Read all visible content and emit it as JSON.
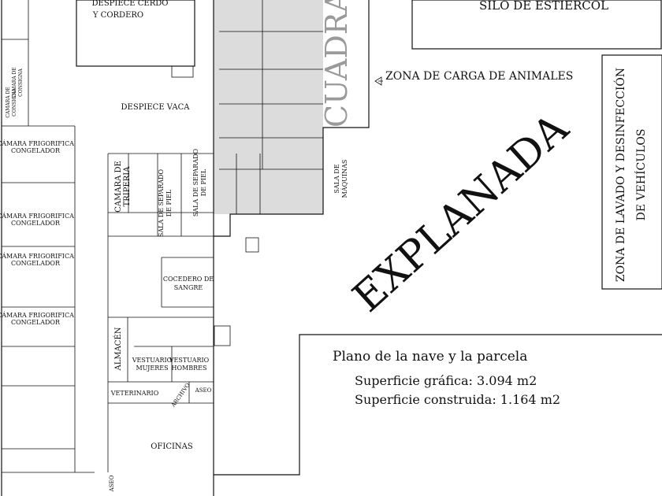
{
  "rooms": {
    "despiece_cerdo": [
      "DESPIECE CERDO",
      "Y CORDERO"
    ],
    "despiece_vaca": "DESPIECE VACA",
    "camara_consigna_1": [
      "CAMARA DE",
      "CONSIGNA"
    ],
    "camara_consigna_2": [
      "CAMARA DE",
      "CONSIGNA"
    ],
    "camara_congelador_1": [
      "CÁMARA FRIGORIFICA",
      "CONGELADOR"
    ],
    "camara_congelador_2": [
      "CÁMARA FRIGORIFICA",
      "CONGELADOR"
    ],
    "camara_congelador_3": [
      "CÁMARA FRIGORIFICA",
      "CONGELADOR"
    ],
    "camara_congelador_4": [
      "CÁMARA FRIGORIFICA",
      "CONGELADOR"
    ],
    "camara_tripería": [
      "CAMARA DE",
      "TRIPERIA"
    ],
    "sala_separado_1": [
      "SALA DE SEPARADO",
      "DE PIEL"
    ],
    "sala_separado_2": [
      "SALA DE SEPARADO",
      "DE PIEL"
    ],
    "sala_maquinas": [
      "SALA DE",
      "MÁQUINAS"
    ],
    "cocedero": [
      "COCEDERO DE",
      "SANGRE"
    ],
    "almacen": "ALMACÉN",
    "vestuario_mujeres": [
      "VESTUARIO",
      "MUJERES"
    ],
    "vestuario_hombres": [
      "VESTUARIO",
      "HOMBRES"
    ],
    "veterinario": "VETERINARIO",
    "archivo": "ARCHIVO",
    "aseo_1": "ASEO",
    "aseo_2": "ASEO",
    "oficinas": "OFICINAS",
    "cuadra": "CUADRA",
    "silo": "SILO DE ESTIERCOL",
    "zona_carga": "ZONA DE CARGA DE ANIMALES",
    "zona_lavado": [
      "ZONA DE LAVADO Y DESINFECCIÓN",
      "DE VEHÍCULOS"
    ],
    "explanada": "EXPLANADA"
  },
  "info": {
    "title": "Plano de la nave y la parcela",
    "superficie_grafica": "Superficie gráfica: 3.094 m2",
    "superficie_construida": "Superficie construida: 1.164 m2"
  }
}
